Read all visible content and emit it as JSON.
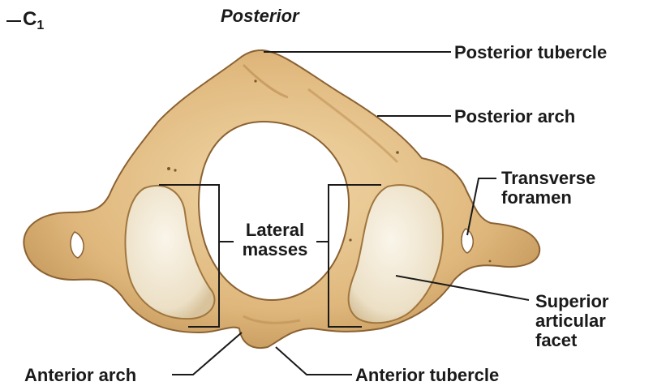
{
  "vertebra_label": {
    "prefix": "C",
    "subscript": "1"
  },
  "orientation": "Posterior",
  "labels": {
    "posterior_tubercle": "Posterior tubercle",
    "posterior_arch": "Posterior arch",
    "transverse_foramen": [
      "Transverse",
      "foramen"
    ],
    "lateral_masses": [
      "Lateral",
      "masses"
    ],
    "superior_articular_facet": [
      "Superior",
      "articular",
      "facet"
    ],
    "anterior_arch": "Anterior arch",
    "anterior_tubercle": "Anterior tubercle"
  },
  "colors": {
    "bone_fill": "#e6c48e",
    "bone_shadow": "#b98a4e",
    "bone_outline": "#8b6233",
    "facet_fill": "#f3ebd9",
    "leader_line": "#1a1a1a",
    "text": "#1a1a1a"
  }
}
